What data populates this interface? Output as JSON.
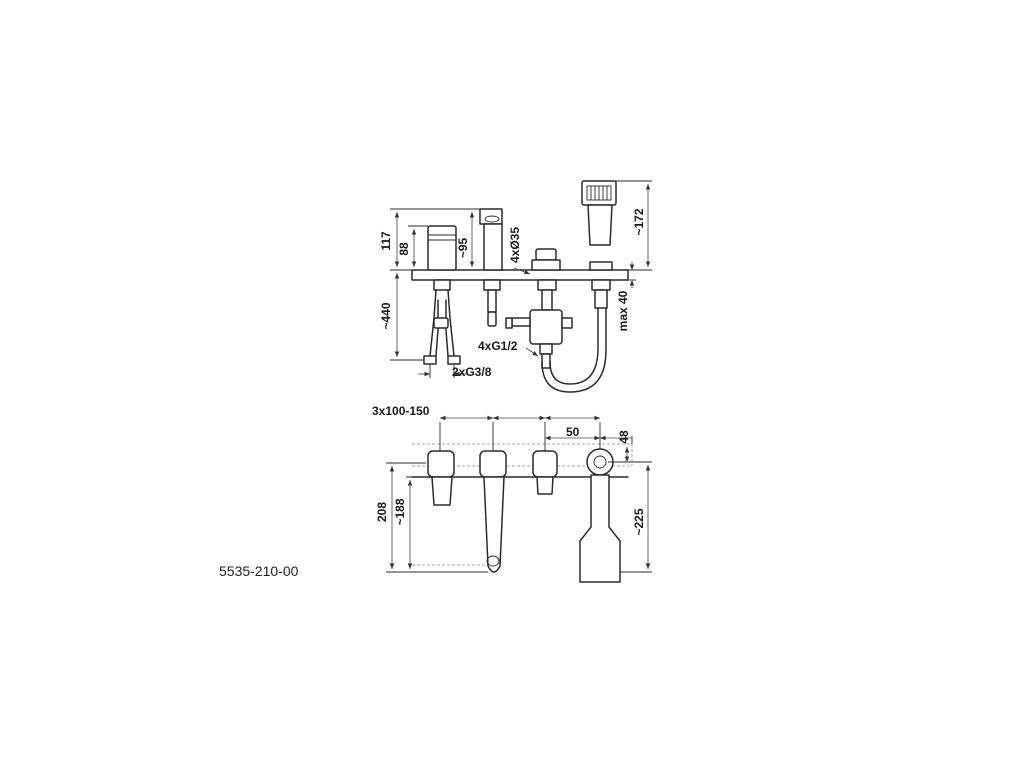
{
  "product_code": "5535-210-00",
  "dimensions": {
    "total_height": "117",
    "body_height": "88",
    "spout_height": "~95",
    "hole_diameter": "4xØ35",
    "handshower_height": "~172",
    "under_deck_length": "~440",
    "max_deck": "max 40",
    "thread_connections": "4xG1/2",
    "supply_connections": "2xG3/8",
    "spacing": "3x100-150",
    "offset_50": "50",
    "offset_48": "48",
    "plan_208": "208",
    "plan_188": "~188",
    "plan_225": "~225"
  },
  "colors": {
    "line": "#2b2b2b",
    "dimension": "#444444",
    "hidden": "#8a8a8a"
  }
}
